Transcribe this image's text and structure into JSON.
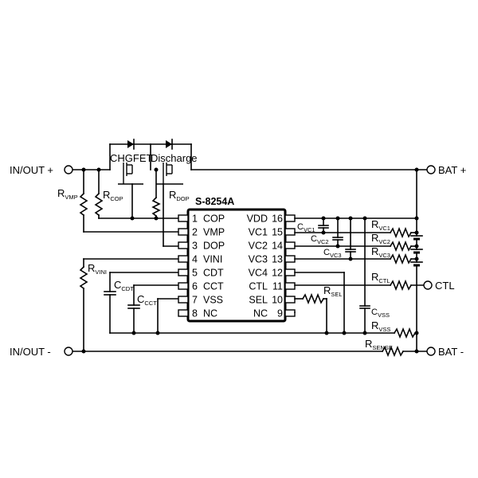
{
  "chip": {
    "title": "S-8254A",
    "left_pins": [
      {
        "num": "1",
        "name": "COP"
      },
      {
        "num": "2",
        "name": "VMP"
      },
      {
        "num": "3",
        "name": "DOP"
      },
      {
        "num": "4",
        "name": "VINI"
      },
      {
        "num": "5",
        "name": "CDT"
      },
      {
        "num": "6",
        "name": "CCT"
      },
      {
        "num": "7",
        "name": "VSS"
      },
      {
        "num": "8",
        "name": "NC"
      }
    ],
    "right_pins": [
      {
        "num": "16",
        "name": "VDD"
      },
      {
        "num": "15",
        "name": "VC1"
      },
      {
        "num": "14",
        "name": "VC2"
      },
      {
        "num": "13",
        "name": "VC3"
      },
      {
        "num": "12",
        "name": "VC4"
      },
      {
        "num": "11",
        "name": "CTL"
      },
      {
        "num": "10",
        "name": "SEL"
      },
      {
        "num": "9",
        "name": "NC"
      }
    ]
  },
  "terminals": {
    "in_out_plus": "IN/OUT +",
    "in_out_minus": "IN/OUT -",
    "bat_plus": "BAT +",
    "bat_minus": "BAT -",
    "ctl": "CTL"
  },
  "fets": {
    "charge": "CHGFET",
    "discharge": "Discharge"
  },
  "components": {
    "r_vmp": {
      "main": "R",
      "sub": "VMP"
    },
    "r_cop": {
      "main": "R",
      "sub": "COP"
    },
    "r_dop": {
      "main": "R",
      "sub": "DOP"
    },
    "r_vini": {
      "main": "R",
      "sub": "VINI"
    },
    "c_cdt": {
      "main": "C",
      "sub": "CDT"
    },
    "c_cct": {
      "main": "C",
      "sub": "CCT"
    },
    "c_vc1": {
      "main": "C",
      "sub": "VC1"
    },
    "c_vc2": {
      "main": "C",
      "sub": "VC2"
    },
    "c_vc3": {
      "main": "C",
      "sub": "VC3"
    },
    "r_vc1": {
      "main": "R",
      "sub": "VC1"
    },
    "r_vc2": {
      "main": "R",
      "sub": "VC2"
    },
    "r_vc3": {
      "main": "R",
      "sub": "VC3"
    },
    "r_sel": {
      "main": "R",
      "sub": "SEL"
    },
    "r_ctl": {
      "main": "R",
      "sub": "CTL"
    },
    "c_vss": {
      "main": "C",
      "sub": "VSS"
    },
    "r_vss": {
      "main": "R",
      "sub": "VSS"
    },
    "r_sense": {
      "main": "R",
      "sub": "SENSE"
    }
  }
}
